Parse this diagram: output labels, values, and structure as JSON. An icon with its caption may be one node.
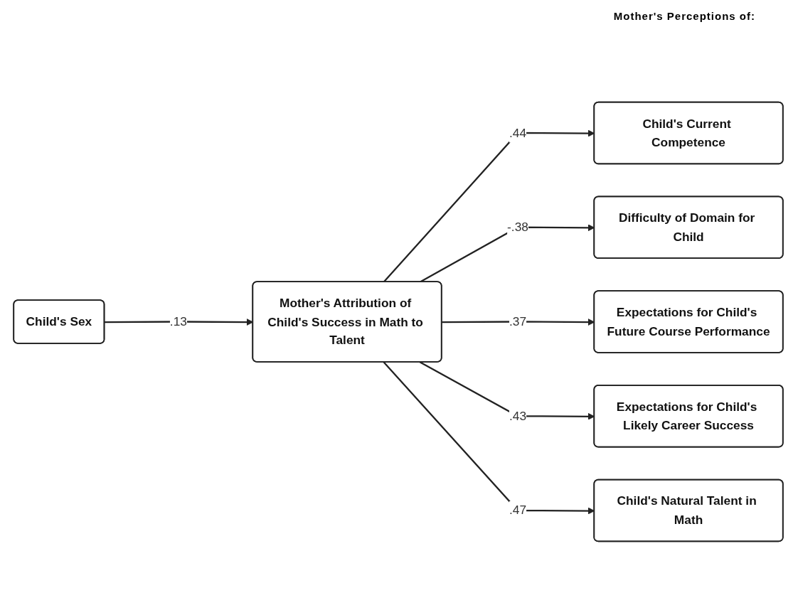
{
  "diagram": {
    "nodes": [
      {
        "text": [
          "Child's Sex"
        ]
      },
      {
        "text": [
          "Mother's Attribution of Child's Success in Math to Talent"
        ]
      },
      {
        "text": [
          "Child's Current Competence"
        ]
      },
      {
        "text": [
          "Difficulty of Domain for Child"
        ]
      },
      {
        "text": [
          "Expectations for Child's Future Course Performance"
        ]
      },
      {
        "text": [
          "Expectations for Child's Likely Career Success"
        ]
      },
      {
        "text": [
          "Child's Natural Talent in Math"
        ]
      }
    ],
    "edges": [
      {
        "from": 0,
        "to": 1,
        "arrow": "to",
        "label": ".13"
      },
      {
        "from": 1,
        "to": 2,
        "arrow": "to",
        "label": ".44"
      },
      {
        "from": 1,
        "to": 3,
        "arrow": "to",
        "label": "-.38"
      },
      {
        "from": 1,
        "to": 4,
        "arrow": "to",
        "label": ".37"
      },
      {
        "from": 1,
        "to": 5,
        "arrow": "to",
        "label": ".43"
      },
      {
        "from": 1,
        "to": 6,
        "arrow": "to",
        "label": ".47"
      }
    ],
    "labels": [
      "Mother's Perceptions of:"
    ]
  }
}
